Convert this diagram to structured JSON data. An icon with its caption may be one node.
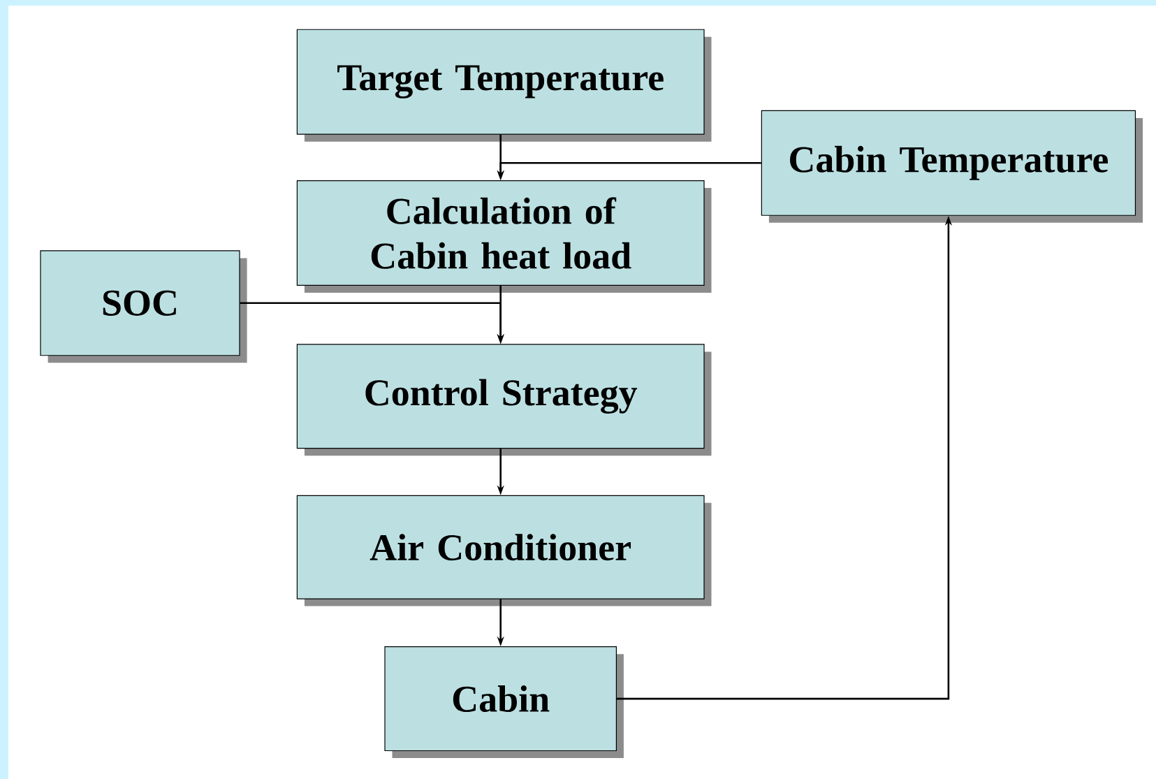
{
  "diagram": {
    "nodes": [
      {
        "text": [
          "Target Temperature"
        ]
      },
      {
        "text": [
          "Cabin Temperature"
        ]
      },
      {
        "text": [
          "Calculation of Cabin heat load"
        ]
      },
      {
        "text": [
          "SOC"
        ]
      },
      {
        "text": [
          "Control Strategy"
        ]
      },
      {
        "text": [
          "Air Conditioner"
        ]
      },
      {
        "text": [
          "Cabin"
        ]
      }
    ],
    "edges": [
      {
        "from": 0,
        "to": 2,
        "arrow": "to"
      },
      {
        "from": 1,
        "to": 2,
        "arrow": "to"
      },
      {
        "from": 2,
        "to": 4,
        "arrow": "to"
      },
      {
        "from": 3,
        "to": 4,
        "arrow": "to"
      },
      {
        "from": 4,
        "to": 5,
        "arrow": "to"
      },
      {
        "from": 5,
        "to": 6,
        "arrow": "to"
      },
      {
        "from": 6,
        "to": 1,
        "arrow": "to"
      }
    ]
  }
}
